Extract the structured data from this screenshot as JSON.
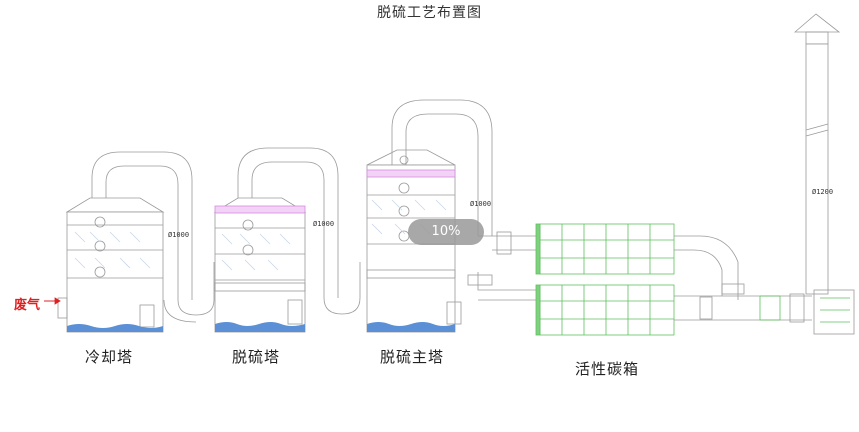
{
  "title": "脱硫工艺布置图",
  "inlet_label": "废气",
  "units": {
    "cooling_tower": "冷却塔",
    "desulfurization_tower": "脱硫塔",
    "main_desulfurization_tower": "脱硫主塔",
    "activated_carbon_box": "活性碳箱"
  },
  "duct_diameters": {
    "duct_1": "Ø1000",
    "duct_2": "Ø1000",
    "duct_3": "Ø1000",
    "stack": "Ø1200"
  },
  "loading_overlay": {
    "text": "10%",
    "progress_percent": 10
  },
  "colors": {
    "line": "#9a9a9a",
    "water": "#5b8fd6",
    "packing": "#d58ae0",
    "carbon_box": "#5fc05f",
    "inlet_text": "#e02020"
  }
}
